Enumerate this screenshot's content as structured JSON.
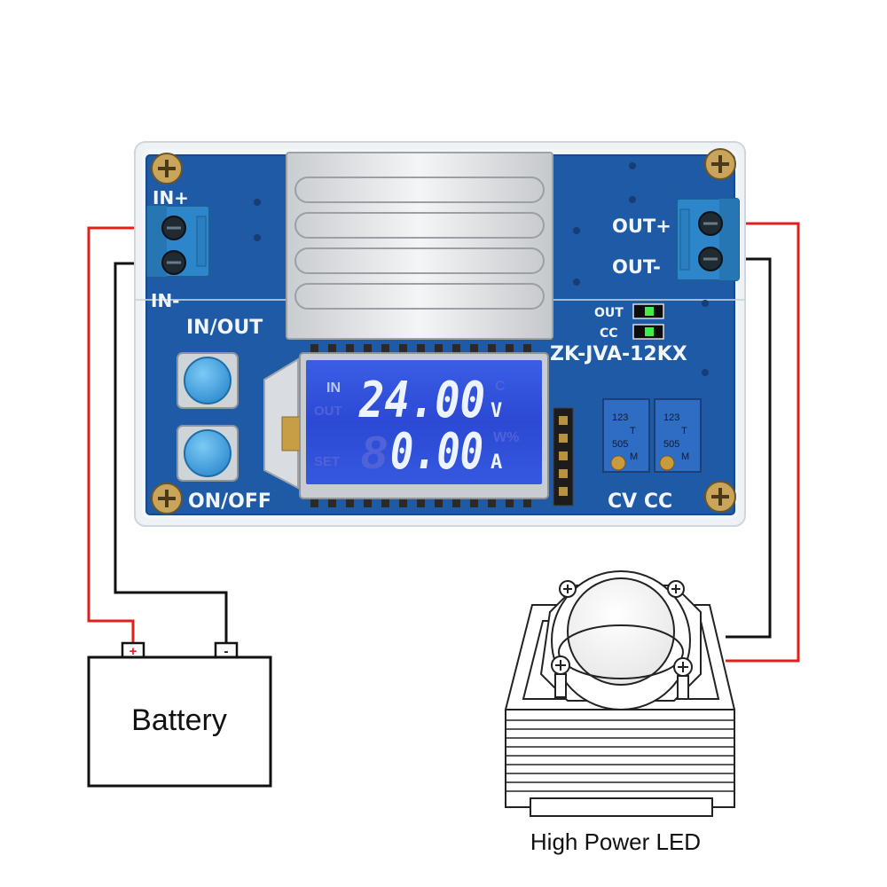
{
  "board": {
    "label_in_plus": "IN+",
    "label_in_minus": "IN-",
    "label_in_out": "IN/OUT",
    "label_on_off": "ON/OFF",
    "label_out_plus": "OUT+",
    "label_out_minus": "OUT-",
    "label_led_out": "OUT",
    "label_led_cc": "CC",
    "model": "ZK-JVA-12KX",
    "label_cv_cc": "CV CC",
    "pot_code_1": "123",
    "pot_code_2": "T",
    "pot_code_3": "505",
    "pot_code_4": "M"
  },
  "lcd": {
    "indicator_in": "IN",
    "indicator_out": "OUT",
    "indicator_set": "SET",
    "value_top": "24.00",
    "unit_top": "V",
    "value_bottom": "0.00",
    "unit_bottom": "A",
    "ghost_c": "C",
    "ghost_wpct": "W%",
    "ghost_digit": "8",
    "backlight_color": "#2f4fd8"
  },
  "battery": {
    "label": "Battery",
    "plus": "+",
    "minus": "-"
  },
  "led_load": {
    "caption": "High Power LED"
  },
  "colors": {
    "pcb": "#1e5aa6",
    "wire_positive": "#e0201c",
    "wire_negative": "#111111",
    "terminal": "#2d86c9",
    "button": "#4aa6e0",
    "indicator_led": "#3cf04a"
  }
}
